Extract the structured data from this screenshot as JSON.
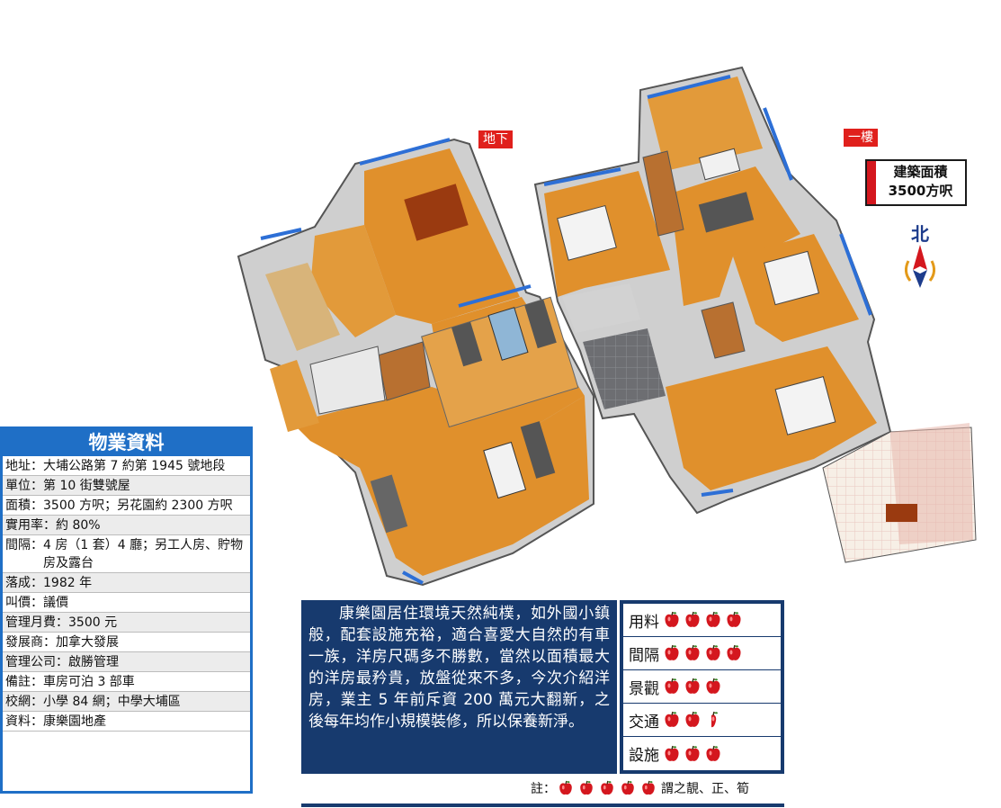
{
  "floor_labels": {
    "basement": "地下",
    "first_floor": "一樓"
  },
  "area_box": {
    "line1": "建築面積",
    "line2": "3500方呎"
  },
  "compass": {
    "label": "北"
  },
  "property": {
    "title": "物業資料",
    "rows": [
      {
        "k": "地址：",
        "v": "大埔公路第 7 約第 1945 號地段"
      },
      {
        "k": "單位：",
        "v": "第 10 街雙號屋"
      },
      {
        "k": "面積：",
        "v": "3500 方呎；另花園約 2300 方呎"
      },
      {
        "k": "實用率：",
        "v": "約 80%"
      },
      {
        "k": "間隔：",
        "v": "4 房（1 套）4 廳；另工人房、貯物房及露台"
      },
      {
        "k": "落成：",
        "v": "1982 年"
      },
      {
        "k": "叫價：",
        "v": "議價"
      },
      {
        "k": "管理月費：",
        "v": "3500 元"
      },
      {
        "k": "發展商：",
        "v": "加拿大發展"
      },
      {
        "k": "管理公司：",
        "v": "啟勝管理"
      },
      {
        "k": "備註：",
        "v": "車房可泊 3 部車"
      },
      {
        "k": "校網：",
        "v": "小學 84 網；中學大埔區"
      },
      {
        "k": "資料：",
        "v": "康樂園地產"
      }
    ]
  },
  "description": "康樂園居住環境天然純樸，如外國小鎮般，配套設施充裕，適合喜愛大自然的有車一族，洋房尺碼多不勝數，當然以面積最大的洋房最矜貴，放盤從來不多，今次介紹洋房，業主 5 年前斥資 200 萬元大翻新，之後每年均作小規模裝修，所以保養新淨。",
  "ratings": [
    {
      "label": "用料",
      "score": 4
    },
    {
      "label": "間隔",
      "score": 4
    },
    {
      "label": "景觀",
      "score": 3
    },
    {
      "label": "交通",
      "score": 2.5
    },
    {
      "label": "設施",
      "score": 3
    }
  ],
  "rating_note": {
    "prefix": "註：",
    "suffix": "謂之靚、正、筍",
    "apples": 5
  },
  "colors": {
    "brand_blue": "#173a6e",
    "box_blue": "#1f6fc6",
    "tag_red": "#e0201c",
    "floor": "#e0902c",
    "apple": "#d4171e"
  }
}
